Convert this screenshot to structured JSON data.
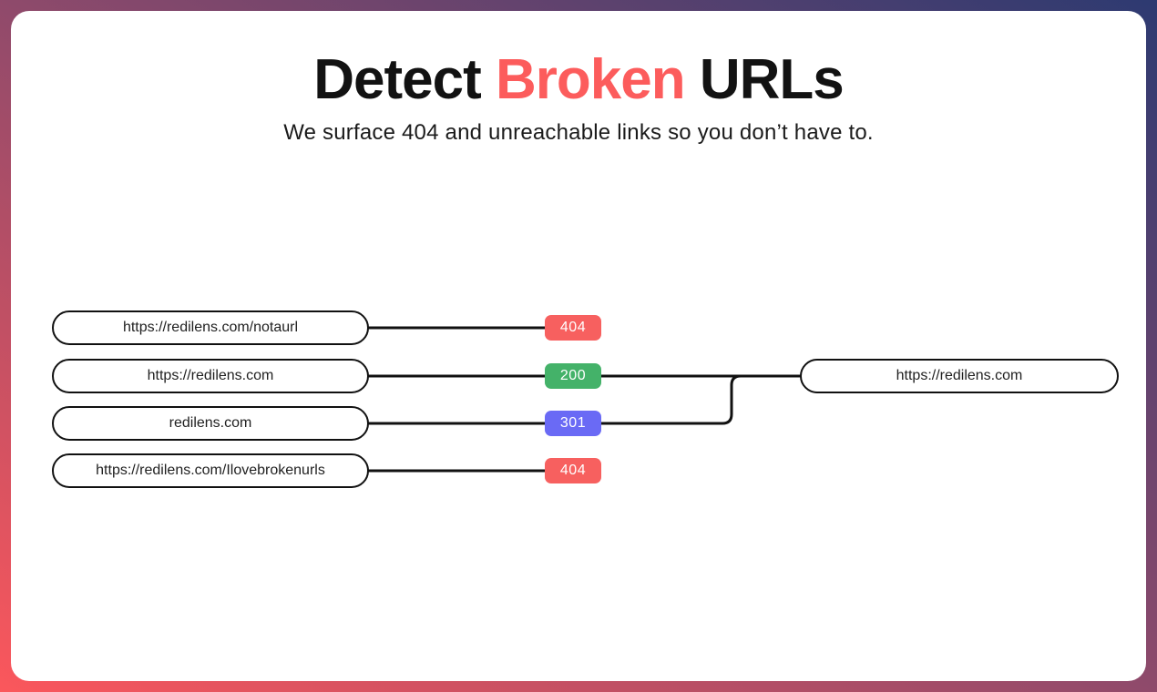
{
  "header": {
    "title_prefix": "Detect ",
    "title_highlight": "Broken",
    "title_suffix": " URLs",
    "subtitle": "We surface 404 and unreachable links so you don’t have to."
  },
  "colors": {
    "accent": "#fc5c5c",
    "status_404": "#f7605f",
    "status_200": "#44b269",
    "status_301": "#6a6af5",
    "connector_line": "#111111",
    "card_background": "#ffffff",
    "background_gradient_start": "#fb575c",
    "background_gradient_end": "#2d3a71"
  },
  "diagram": {
    "rows": [
      {
        "url": "https://redilens.com/notaurl",
        "status": "404",
        "color": "status_404"
      },
      {
        "url": "https://redilens.com",
        "status": "200",
        "color": "status_200"
      },
      {
        "url": "redilens.com",
        "status": "301",
        "color": "status_301"
      },
      {
        "url": "https://redilens.com/Ilovebrokenurls",
        "status": "404",
        "color": "status_404"
      }
    ],
    "target": {
      "url": "https://redilens.com"
    }
  }
}
